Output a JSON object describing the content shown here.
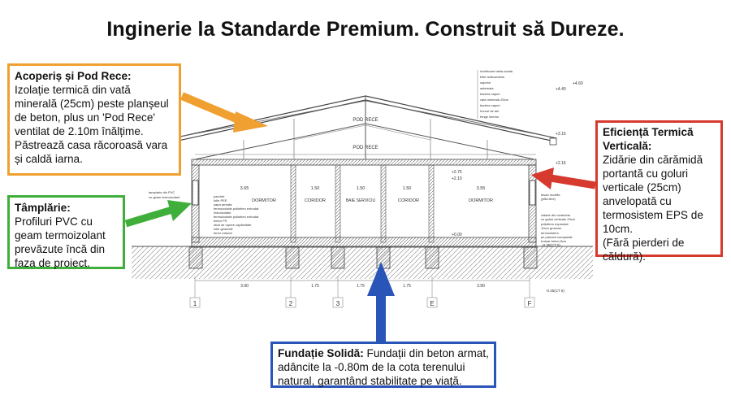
{
  "title": "Inginerie la Standarde Premium. Construit să Dureze.",
  "callouts": {
    "roof": {
      "heading": "Acoperiș și Pod Rece:",
      "body": "Izolație termică din vată minerală (25cm) peste planșeul de beton, plus un 'Pod Rece' ventilat de 2.10m înălțime. Păstrează casa răcoroasă vara și caldă iarna.",
      "color": "#f0a030"
    },
    "windows": {
      "heading": "Tâmplărie:",
      "body": "Profiluri PVC cu geam termoizolant prevăzute încă din faza de proiect.",
      "color": "#3fae3a"
    },
    "walls": {
      "heading": "Eficiență Termică Verticală:",
      "body": "Zidărie din cărămidă portantă cu goluri verticale (25cm) anvelopată cu termosistem EPS de 10cm.",
      "note": "(Fără pierderi de căldură).",
      "color": "#d6392e"
    },
    "foundation": {
      "heading": "Fundație Solidă:",
      "body": "Fundații din beton armat, adâncite la -0.80m de la cota terenului natural, garantând stabilitate pe viață.",
      "color": "#2a55b8"
    }
  },
  "drawing": {
    "attic_labels": [
      "POD RECE",
      "POD RECE"
    ],
    "rooms": [
      "DORMITOR",
      "CORIDOR",
      "BAIE SERVICIU",
      "CORIDOR",
      "DORMITOR"
    ],
    "room_widths": [
      "3.65",
      "1.50",
      "1.50",
      "1.50",
      "3.55"
    ],
    "bottom_dims": [
      "3.90",
      "1.75",
      "1.75",
      "1.75",
      "3.90"
    ],
    "axes": [
      "1",
      "2",
      "3",
      "E",
      "F"
    ],
    "levels": [
      "+4.60",
      "+4.40",
      "+3.15",
      "+2.75",
      "+2.16",
      "+2.10",
      "+0.00",
      "-0.35(CT 5)",
      "-0.45(CT 5)"
    ],
    "roof_layers": [
      "invelitoare tabla cutata",
      "folie anticondens",
      "capriori",
      "astereala",
      "bariera vapori",
      "vata minerala 25cm",
      "bariera vapori",
      "honuri de aer",
      "fringe interior"
    ],
    "floor_layers": [
      "parchet",
      "folie PEE",
      "sapa armata",
      "termoizolatie polistiren extrudat",
      "hidroizolatie",
      "termoizolatie polistiren extrudat",
      "beton PS",
      "strat de rupere capilaritate",
      "folie geotextil",
      "teren natural"
    ],
    "left_notes": [
      "tamplarie din PVC",
      "cu geam termoizolant"
    ],
    "right_notes": [
      "tavan modific",
      "(pilla-fere)",
      "zidarie din caramida",
      "cu goluri verticale 25cm",
      "polistiren expandat",
      "10cm grosime",
      "termosistem",
      "pe pamant compactat",
      "trotuar beton 8cm"
    ],
    "colors": {
      "orange": "#f0a030",
      "green": "#3fae3a",
      "red": "#d6392e",
      "blue": "#2a55b8",
      "line": "#555555"
    }
  }
}
